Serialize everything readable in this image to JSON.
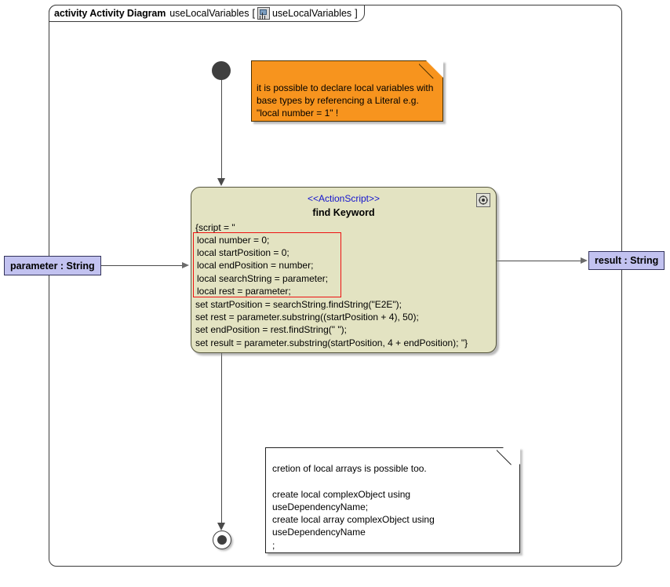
{
  "frame": {
    "keyword": "activity Activity Diagram",
    "name": "useLocalVariables",
    "bracket_open": "[",
    "icon_name": "activity-diagram-icon",
    "qualified_name": "useLocalVariables",
    "bracket_close": "]"
  },
  "nodes": {
    "initial": {
      "name": "initial-node"
    },
    "final": {
      "name": "activity-final-node"
    },
    "action": {
      "stereotype": "<<ActionScript>>",
      "title": "find Keyword",
      "script_open": "{script = \"",
      "local_declarations": "local number = 0;\nlocal startPosition = 0;\nlocal endPosition = number;\nlocal searchString = parameter;\nlocal rest = parameter;",
      "body": "set startPosition = searchString.findString(\"E2E\");\nset rest = parameter.substring((startPosition + 4), 50);\nset endPosition = rest.findString(\" \");\nset result = parameter.substring(startPosition, 4 + endPosition); \"}",
      "gear_icon": "gear-icon",
      "fill_color": "#e3e3c2",
      "stereotype_color": "#1414cf",
      "highlight_box_color": "#ee1111"
    }
  },
  "pins": {
    "input": {
      "label": "parameter : String",
      "fill_color": "#c2c2f0"
    },
    "output": {
      "label": "result : String",
      "fill_color": "#c2c2f0"
    }
  },
  "notes": {
    "orange": {
      "text": "it is possible to declare local variables with\nbase types by referencing a Literal e.g.\n\"local number = 1\" !",
      "fill_color": "#f7941e"
    },
    "white": {
      "text": "cretion of local arrays is possible too.\n\ncreate local complexObject using\nuseDependencyName;\ncreate local array complexObject using\nuseDependencyName\n;",
      "fill_color": "#ffffff"
    }
  }
}
